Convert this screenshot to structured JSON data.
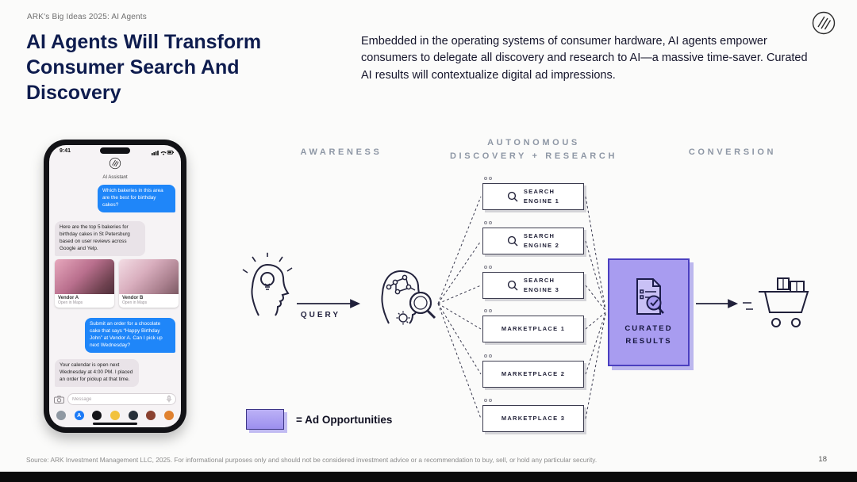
{
  "header": {
    "eyebrow": "ARK's Big Ideas 2025: AI Agents",
    "title": "AI Agents Will Transform Consumer Search And Discovery",
    "intro": "Embedded in the operating systems of consumer hardware, AI agents empower consumers to delegate all discovery and research to AI—a massive time-saver. Curated AI results will contextualize digital ad impressions."
  },
  "phone": {
    "status_time": "9:41",
    "assistant_name": "AI Assistant",
    "messages": [
      {
        "sender": "user",
        "text": "Which bakeries in this area are the best for birthday cakes?"
      },
      {
        "sender": "assistant",
        "text": "Here are the top 5 bakeries for birthday cakes in St Petersburg based on user reviews across Google and Yelp."
      },
      {
        "sender": "user",
        "text": "Submit an order for a chocolate cake that says “Happy Birthday John” at Vendor A. Can I pick up next Wednesday?"
      },
      {
        "sender": "assistant",
        "text": "Your calendar is open next Wednesday at 4:00 PM. I placed an order for pickup at that time."
      }
    ],
    "vendors": [
      {
        "name": "Vendor A",
        "sub": "Open in Maps"
      },
      {
        "name": "Vendor B",
        "sub": "Open in Maps"
      }
    ],
    "input_placeholder": "Message"
  },
  "funnel": {
    "stages": [
      "AWARENESS",
      "AUTONOMOUS\nDISCOVERY + RESEARCH",
      "CONVERSION"
    ],
    "query_label": "QUERY",
    "channels": [
      "SEARCH\nENGINE 1",
      "SEARCH\nENGINE 2",
      "SEARCH\nENGINE 3",
      "MARKETPLACE 1",
      "MARKETPLACE 2",
      "MARKETPLACE 3"
    ],
    "curated_label": "CURATED\nRESULTS",
    "legend_label": "= Ad Opportunities"
  },
  "footer": {
    "source": "Source: ARK Investment Management LLC, 2025. For informational purposes only and should not be considered investment advice or a recommendation to buy, sell, or hold any particular security.",
    "page_number": "18"
  },
  "colors": {
    "accent_purple": "#a89cf0",
    "bubble_blue": "#1f86f9",
    "title_navy": "#0e1c4e"
  }
}
